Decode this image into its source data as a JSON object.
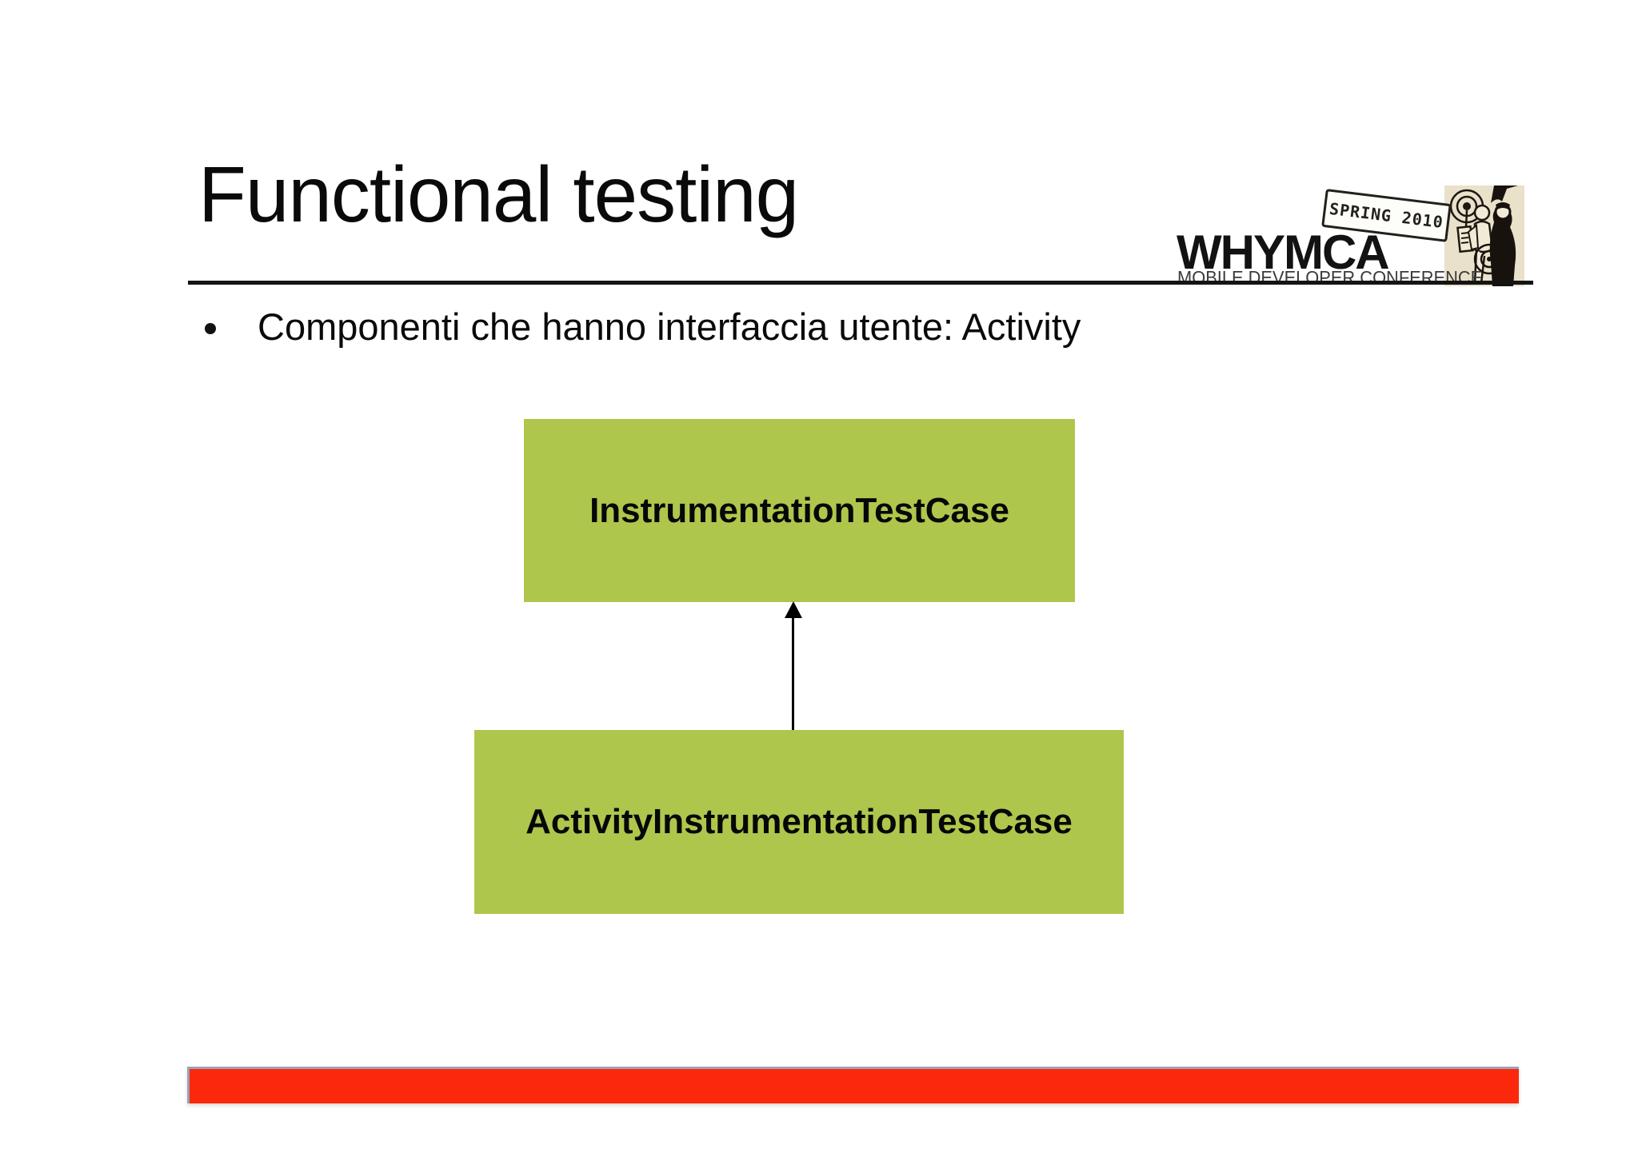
{
  "slide": {
    "title": "Functional testing",
    "bullet": "Componenti che hanno interfaccia utente: Activity",
    "diagram": {
      "parent_class": "InstrumentationTestCase",
      "child_class": "ActivityInstrumentationTestCase",
      "relation": "inheritance-arrow-up"
    },
    "logo": {
      "brand": "WHYMCA",
      "tagline": "MOBILE DEVELOPER CONFERENCE",
      "stamp": "SPRING 2010"
    },
    "colors": {
      "box_green": "#aec64b",
      "footer_red": "#fc280c",
      "footer_border_gray_blue": "#99a3b7",
      "rule_black": "#141414",
      "illustration_beige": "#eae1ca"
    }
  }
}
